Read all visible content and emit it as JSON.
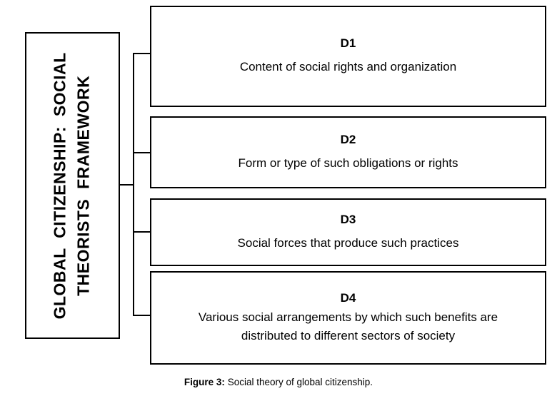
{
  "diagram": {
    "side_label_lines": [
      "GLOBAL CITIZENSHIP: SOCIAL",
      "THEORISTS FRAMEWORK"
    ],
    "boxes": [
      {
        "id": "D1",
        "text": "Content of social rights and organization"
      },
      {
        "id": "D2",
        "text": "Form or type of such obligations or rights"
      },
      {
        "id": "D3",
        "text": "Social forces that produce such practices"
      },
      {
        "id": "D4",
        "text": "Various social arrangements by which such benefits are distributed to different sectors of society"
      }
    ]
  },
  "caption": {
    "label": "Figure 3:",
    "text": " Social theory of global citizenship."
  }
}
